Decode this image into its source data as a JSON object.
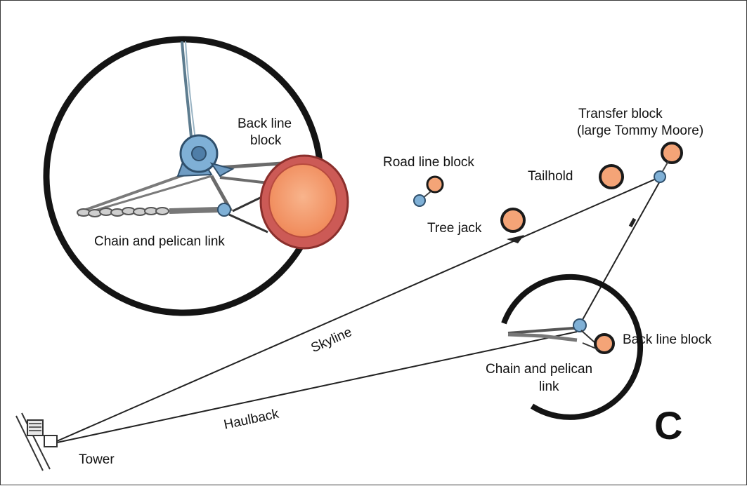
{
  "labels": {
    "back_line_block_detail_1": "Back line",
    "back_line_block_detail_2": "block",
    "chain_pelican_detail": "Chain and pelican link",
    "road_line_block": "Road line block",
    "tree_jack": "Tree jack",
    "tailhold": "Tailhold",
    "transfer_block_1": "Transfer block",
    "transfer_block_2": "(large Tommy Moore)",
    "skyline": "Skyline",
    "haulback": "Haulback",
    "back_line_block": "Back line block",
    "chain_pelican_1": "Chain and pelican",
    "chain_pelican_2": "link",
    "tower": "Tower"
  },
  "panel_letter": "C",
  "colors": {
    "stump_fill": "#f4a477",
    "stump_ring": "#1a1a1a",
    "block_blue": "#7fb0d6",
    "bark_red": "#cc5a56",
    "line": "#222222"
  }
}
